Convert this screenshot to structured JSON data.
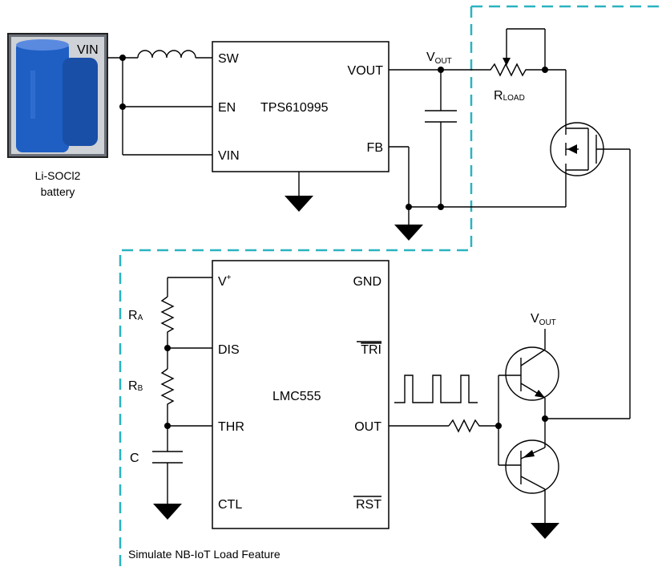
{
  "battery": {
    "caption_line1": "Li-SOCl2",
    "caption_line2": "battery",
    "terminal": "VIN",
    "body_color": "#1f5fc4"
  },
  "boost_ic": {
    "name": "TPS610995",
    "pins": {
      "sw": "SW",
      "en": "EN",
      "vin": "VIN",
      "vout": "VOUT",
      "fb": "FB"
    }
  },
  "vout_label": {
    "main": "V",
    "sub": "OUT"
  },
  "rload_label": {
    "main": "R",
    "sub": "LOAD"
  },
  "timer_ic": {
    "name": "LMC555",
    "pins": {
      "vplus": "V",
      "vplus_sup": "+",
      "dis": "DIS",
      "thr": "THR",
      "ctl": "CTL",
      "gnd": "GND",
      "tri": "TRI",
      "out": "OUT",
      "rst": "RST"
    }
  },
  "resistors": {
    "ra": {
      "main": "R",
      "sub": "A"
    },
    "rb": {
      "main": "R",
      "sub": "B"
    },
    "c": "C"
  },
  "driver_vout": {
    "main": "V",
    "sub": "OUT"
  },
  "feature_caption": "Simulate NB-IoT Load Feature",
  "colors": {
    "dashed_border": "#2ab3c0",
    "wire": "#000000"
  }
}
